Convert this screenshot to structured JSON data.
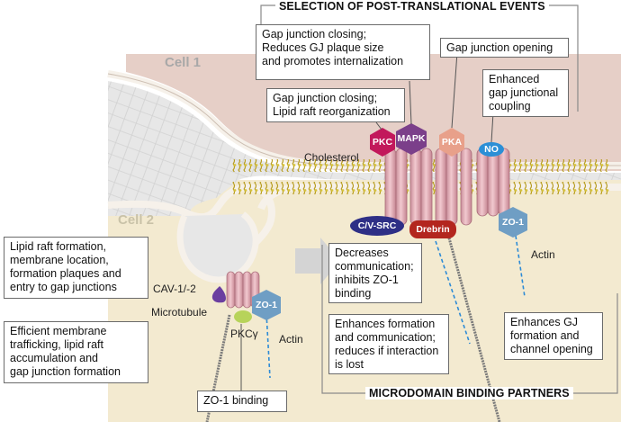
{
  "headers": {
    "top": "SELECTION OF POST-TRANSLATIONAL EVENTS",
    "bottom": "MICRODOMAIN BINDING PARTNERS"
  },
  "cells": {
    "cell1": "Cell 1",
    "cell2": "Cell 2"
  },
  "boxes": {
    "gj_closing_plaque": "Gap junction closing;\nReduces GJ plaque size\nand promotes internalization",
    "gj_closing_lipid": "Gap junction closing;\nLipid raft reorganization",
    "gj_opening": "Gap junction opening",
    "enhanced_coupling": "Enhanced\ngap junctional\ncoupling",
    "lipid_raft_formation": "Lipid raft formation,\nmembrane location,\nformation plaques and\nentry to gap junctions",
    "efficient_trafficking": "Efficient membrane\ntrafficking, lipid raft\naccumulation and\ngap junction formation",
    "zo1_binding": "ZO-1 binding",
    "decreases_communication": "Decreases\ncommunication;\ninhibits ZO-1\nbinding",
    "enhances_formation": "Enhances formation\nand communication;\nreduces if interaction\nis lost",
    "enhances_gj": "Enhances GJ\nformation and\nchannel opening"
  },
  "kinases": {
    "pkc": "PKC",
    "mapk": "MAPK",
    "pka": "PKA",
    "no": "NO"
  },
  "partners": {
    "csrc": "C/V-SRC",
    "drebrin": "Drebrin",
    "zo1_right": "ZO-1",
    "zo1_left": "ZO-1"
  },
  "labels": {
    "cholesterol": "Cholesterol",
    "actin_right": "Actin",
    "actin_left": "Actin",
    "cav": "CAV-1/-2",
    "microtubule": "Microtubule",
    "pkcgamma": "PKCγ"
  },
  "colors": {
    "cell1_fill": "#e6cfc7",
    "cell2_fill": "#f3ead0",
    "pkc": "#c2185b",
    "mapk": "#7b3f8a",
    "pka": "#e8a08a",
    "no": "#2c8fd6",
    "csrc": "#2e2f86",
    "drebrin": "#b3261e",
    "zo1": "#6f9ec4"
  }
}
